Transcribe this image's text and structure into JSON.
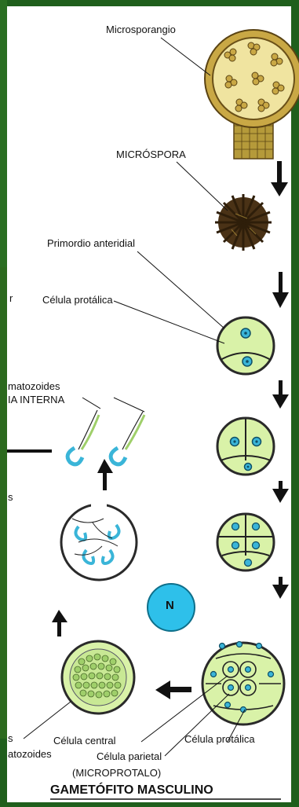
{
  "colors": {
    "green_border": "#1f5f1c",
    "cell_fill": "#d9f2a8",
    "nucleus_blue": "#3ab5d8",
    "n_badge": "#2ec0ea",
    "spore_brown": "#4a3216",
    "sporangium_fill": "#f0e4a0"
  },
  "labels": {
    "microsporangio": "Microsporangio",
    "microspora": "MICRÓSPORA",
    "primordio": "Primordio anteridial",
    "celula_protalica_top": "Célula protálica",
    "anterozoides_partial": "matozoides",
    "capa_interna_partial": "IA INTERNA",
    "left_r": "r",
    "left_s": "s",
    "bottom_left_s": "s",
    "bottom_left_atozoides": "atozoides",
    "celula_central": "Célula central",
    "celula_parietal": "Célula parietal",
    "celula_protalica_bottom": "Célula protálica",
    "microprotalo": "(MICROPROTALO)",
    "title": "GAMETÓFITO MASCULINO",
    "n_badge": "N"
  }
}
